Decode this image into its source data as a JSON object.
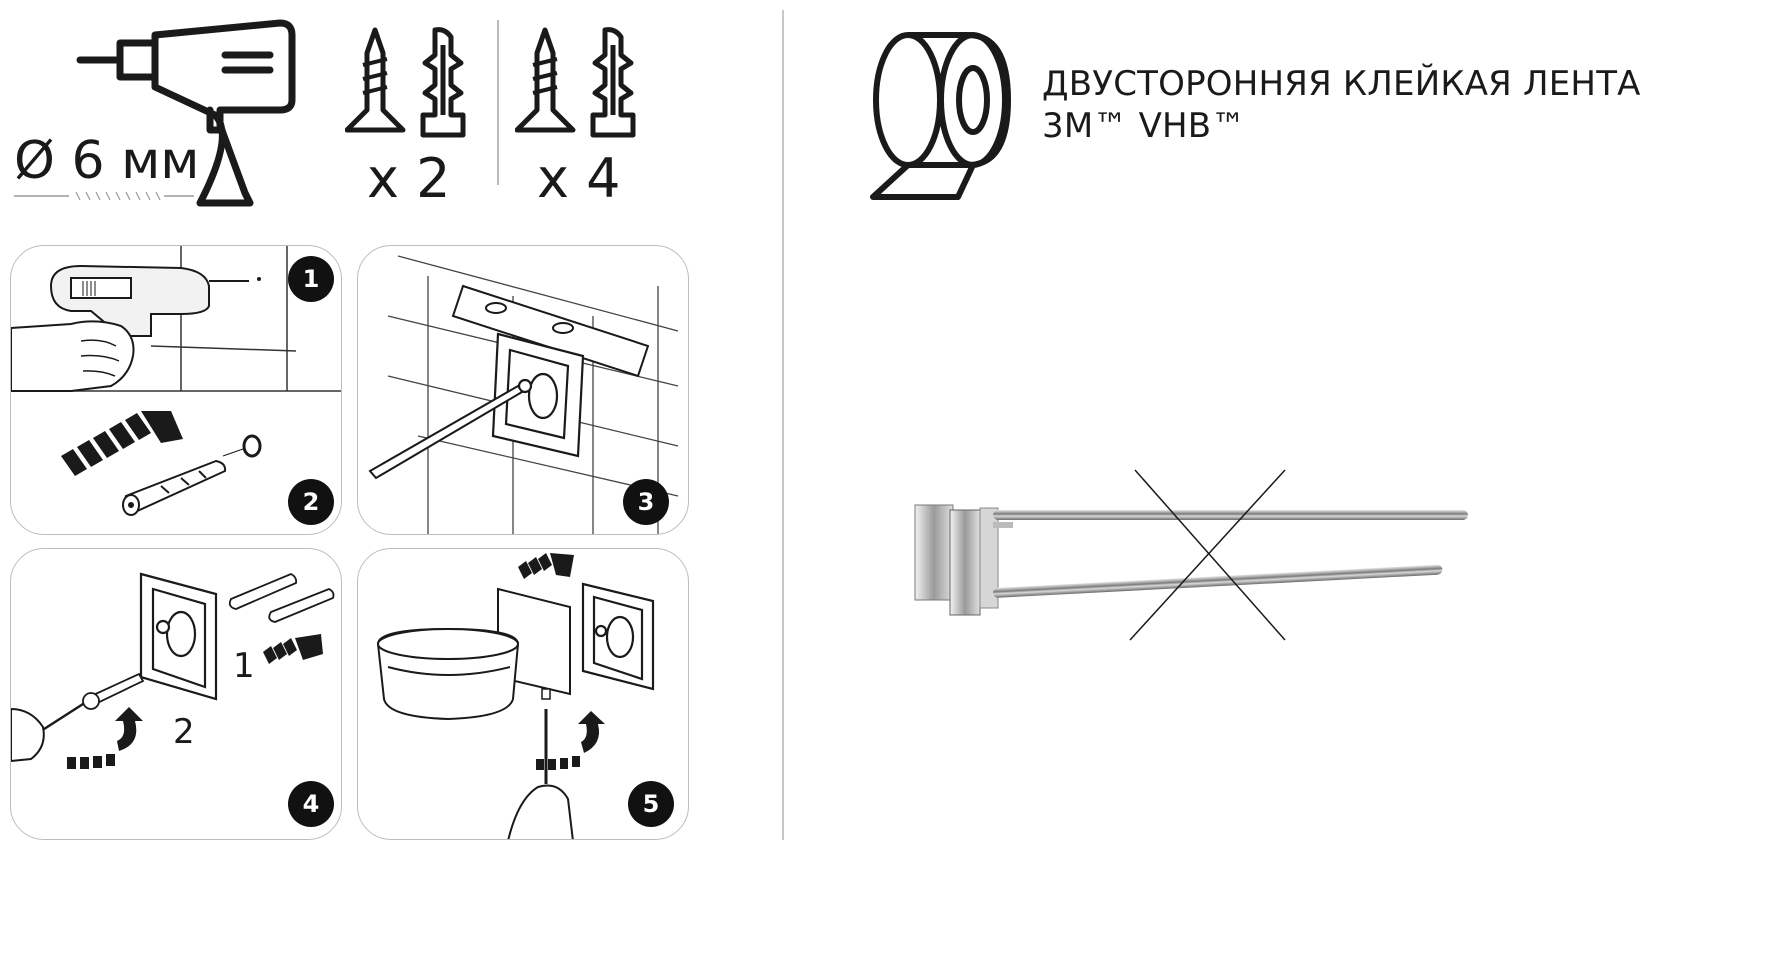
{
  "tools": {
    "drill_diameter": "Ø 6 мм",
    "count_small": "x 2",
    "count_large": "x 4"
  },
  "steps": [
    {
      "number": "1"
    },
    {
      "number": "2"
    },
    {
      "number": "3"
    },
    {
      "number": "4",
      "sub_labels": [
        "1",
        "2"
      ]
    },
    {
      "number": "5"
    }
  ],
  "tape": {
    "line1": "ДВУСТОРОННЯЯ КЛЕЙКАЯ ЛЕНТА",
    "line2": "3M™ VHB™"
  },
  "colors": {
    "stroke": "#1a1a1a",
    "panel_border": "#bdbdbd",
    "badge_bg": "#111111",
    "chrome": "#9a9a9a"
  }
}
